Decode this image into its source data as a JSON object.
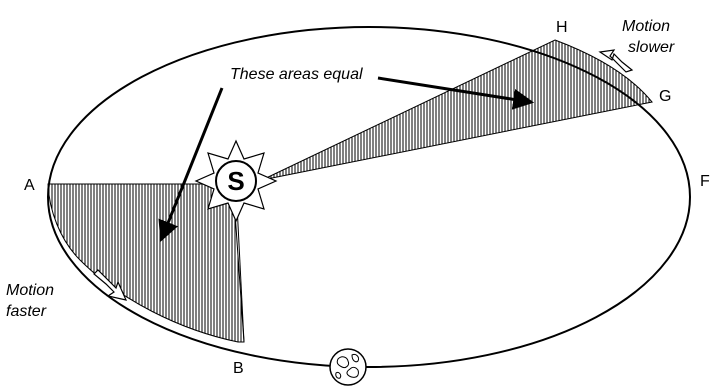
{
  "diagram": {
    "point_labels": {
      "a": "A",
      "b": "B",
      "f": "F",
      "g": "G",
      "h": "H"
    },
    "sun_label": "S",
    "annotation_equal_areas": "These areas equal",
    "motion_slower": {
      "line1": "Motion",
      "line2": "slower"
    },
    "motion_faster": {
      "line1": "Motion",
      "line2": "faster"
    },
    "colors": {
      "stroke": "#000000",
      "background": "#ffffff",
      "hatch": "#000000"
    },
    "icons": [
      "sun-icon",
      "earth-icon",
      "arrow-icon"
    ]
  }
}
